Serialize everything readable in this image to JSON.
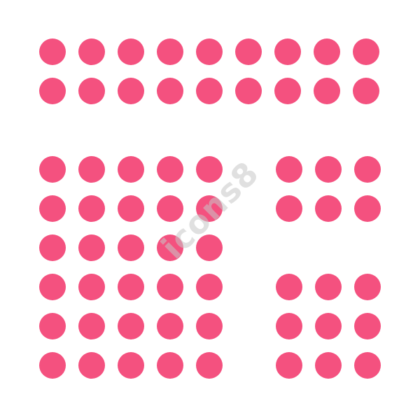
{
  "graphic": {
    "dot_color": "#f4517f",
    "background_color": "#ffffff",
    "icon": "dot-matrix-layout-icon",
    "groups": [
      {
        "name": "top-band",
        "rows": 2,
        "cols": 9
      },
      {
        "name": "left-block",
        "rows": 6,
        "cols": 5
      },
      {
        "name": "right-top-block",
        "rows": 2,
        "cols": 3
      },
      {
        "name": "right-bottom-block",
        "rows": 3,
        "cols": 3
      }
    ]
  },
  "watermark": {
    "text": "icons8",
    "color": "#c8c8c8"
  }
}
